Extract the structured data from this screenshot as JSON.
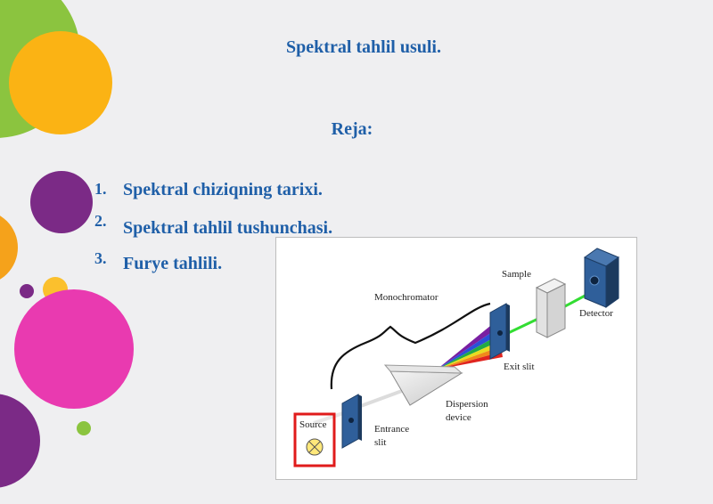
{
  "slide": {
    "title": "Spektral tahlil usuli.",
    "plan_heading": "Reja:",
    "items": [
      {
        "number": "1.",
        "text": "Spektral chiziqning tarixi."
      },
      {
        "number": "2.",
        "text": "Spektral tahlil tushunchasi."
      },
      {
        "number": "3.",
        "text": "Furye tahlili."
      }
    ]
  },
  "diagram": {
    "labels": {
      "sample": "Sample",
      "monochromator": "Monochromator",
      "detector": "Detector",
      "exit_slit": "Exit slit",
      "dispersion_line1": "Dispersion",
      "dispersion_line2": "device",
      "source": "Source",
      "entrance_line1": "Entrance",
      "entrance_line2": "slit"
    }
  },
  "colors": {
    "text_blue": "#1f5fa8",
    "highlight_red": "#e01b1b",
    "slit_blue": "#2f5f9a",
    "beam_green": "#33dd33"
  }
}
